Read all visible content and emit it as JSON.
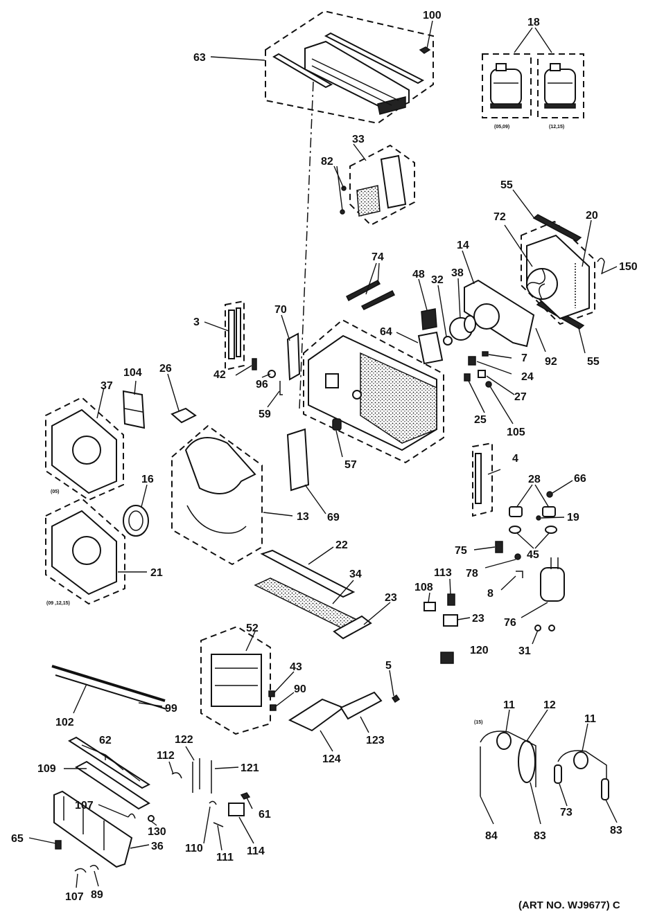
{
  "diagram": {
    "art_number": "(ART NO. WJ9677) C",
    "callouts": {
      "c100": "100",
      "c18": "18",
      "c63": "63",
      "c33": "33",
      "c82": "82",
      "c55a": "55",
      "c20": "20",
      "c72": "72",
      "c150": "150",
      "c14": "14",
      "c74": "74",
      "c48": "48",
      "c32": "32",
      "c38": "38",
      "c92": "92",
      "c55b": "55",
      "c3": "3",
      "c70": "70",
      "c64": "64",
      "c7": "7",
      "c24": "24",
      "c42": "42",
      "c96": "96",
      "c59": "59",
      "c27": "27",
      "c25": "25",
      "c105": "105",
      "c104": "104",
      "c26": "26",
      "c37": "37",
      "c57": "57",
      "c4": "4",
      "c16": "16",
      "c13": "13",
      "c69": "69",
      "c28": "28",
      "c66": "66",
      "c19": "19",
      "c45": "45",
      "c21": "21",
      "c22": "22",
      "c75": "75",
      "c34": "34",
      "c78": "78",
      "c113": "113",
      "c108": "108",
      "c8": "8",
      "c23a": "23",
      "c23b": "23",
      "c76": "76",
      "c31": "31",
      "c52": "52",
      "c120": "120",
      "c5": "5",
      "c43": "43",
      "c90": "90",
      "c102": "102",
      "c99": "99",
      "c123": "123",
      "c124": "124",
      "c11a": "11",
      "c12": "12",
      "c11b": "11",
      "c62": "62",
      "c109": "109",
      "c122": "122",
      "c112": "112",
      "c121": "121",
      "c107a": "107",
      "c130": "130",
      "c61": "61",
      "c65": "65",
      "c36": "36",
      "c110": "110",
      "c111": "111",
      "c114": "114",
      "c84": "84",
      "c83a": "83",
      "c73": "73",
      "c83b": "83",
      "c107b": "107",
      "c89": "89"
    },
    "model_notes": {
      "comp_left": "(05,09)",
      "comp_right": "(12,15)",
      "housing_upper": "(05)",
      "housing_lower": "(09 ,12,15)",
      "tubing": "(15)"
    }
  }
}
